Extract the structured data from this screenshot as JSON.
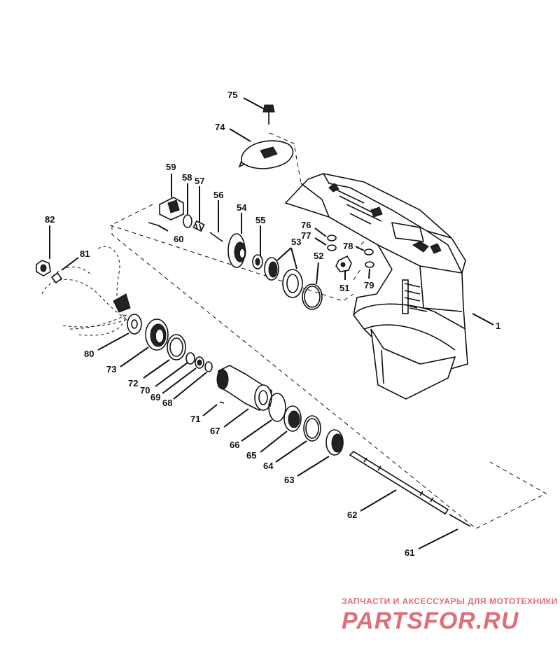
{
  "parts": [
    {
      "id": "p1",
      "label": "1"
    },
    {
      "id": "p51",
      "label": "51"
    },
    {
      "id": "p52",
      "label": "52"
    },
    {
      "id": "p53",
      "label": "53"
    },
    {
      "id": "p54",
      "label": "54"
    },
    {
      "id": "p55",
      "label": "55"
    },
    {
      "id": "p56",
      "label": "56"
    },
    {
      "id": "p57",
      "label": "57"
    },
    {
      "id": "p58",
      "label": "58"
    },
    {
      "id": "p59",
      "label": "59"
    },
    {
      "id": "p60",
      "label": "60"
    },
    {
      "id": "p61",
      "label": "61"
    },
    {
      "id": "p62",
      "label": "62"
    },
    {
      "id": "p63",
      "label": "63"
    },
    {
      "id": "p64",
      "label": "64"
    },
    {
      "id": "p65",
      "label": "65"
    },
    {
      "id": "p66",
      "label": "66"
    },
    {
      "id": "p67",
      "label": "67"
    },
    {
      "id": "p68",
      "label": "68"
    },
    {
      "id": "p69",
      "label": "69"
    },
    {
      "id": "p70",
      "label": "70"
    },
    {
      "id": "p71",
      "label": "71"
    },
    {
      "id": "p72",
      "label": "72"
    },
    {
      "id": "p73",
      "label": "73"
    },
    {
      "id": "p74",
      "label": "74"
    },
    {
      "id": "p75",
      "label": "75"
    },
    {
      "id": "p76",
      "label": "76"
    },
    {
      "id": "p77",
      "label": "77"
    },
    {
      "id": "p78",
      "label": "78"
    },
    {
      "id": "p79",
      "label": "79"
    },
    {
      "id": "p80",
      "label": "80"
    },
    {
      "id": "p81",
      "label": "81"
    },
    {
      "id": "p82",
      "label": "82"
    }
  ],
  "watermark": {
    "tagline": "ЗАПЧАСТИ И АКСЕССУАРЫ ДЛЯ МОТОТЕХНИКИ",
    "logo_text": "PARTSFOR.RU",
    "color": "#e06d78"
  }
}
